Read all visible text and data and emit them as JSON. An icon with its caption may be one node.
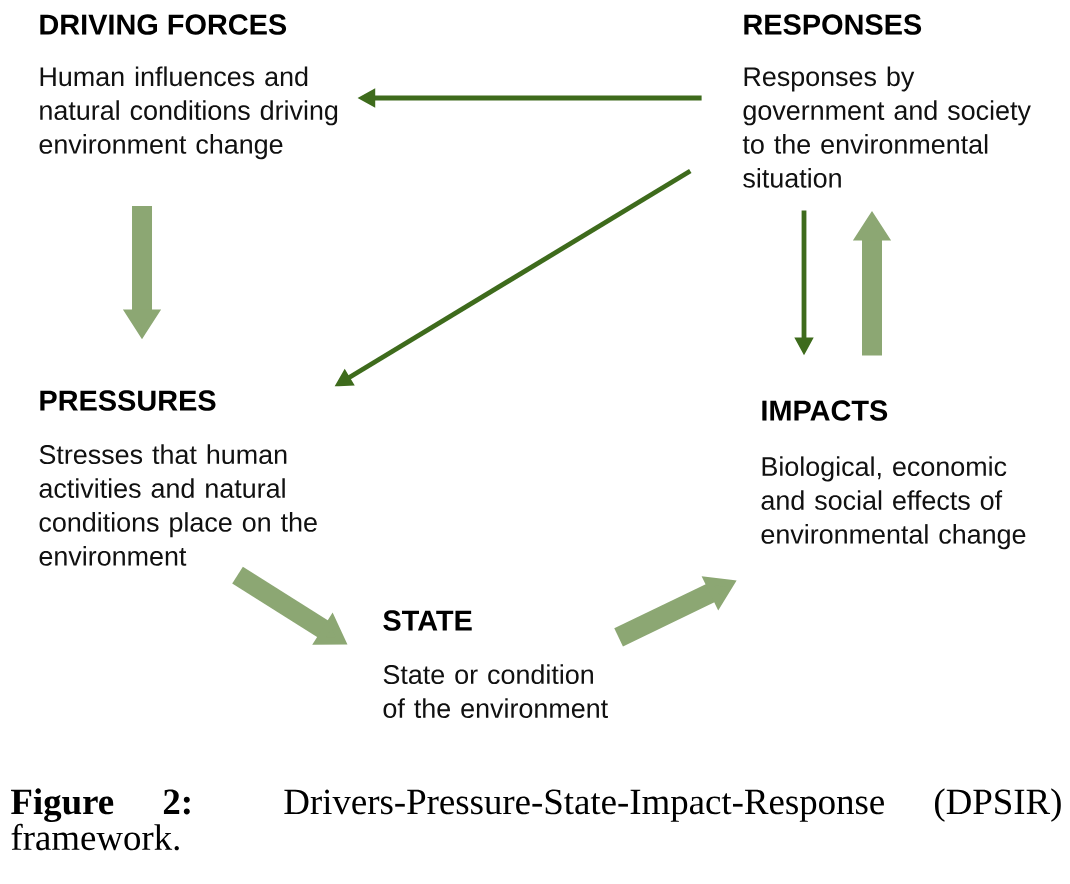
{
  "diagram": {
    "nodes": [
      {
        "text": [
          "DRIVING FORCES",
          "Human influences and natural conditions driving environment change"
        ]
      },
      {
        "text": [
          "RESPONSES",
          "Responses by government and society to the environmental situation"
        ]
      },
      {
        "text": [
          "PRESSURES",
          "Stresses that human activities and natural conditions place on the environment"
        ]
      },
      {
        "text": [
          "IMPACTS",
          "Biological, economic and social effects of environmental change"
        ]
      },
      {
        "text": [
          "STATE",
          "State or condition of the environment"
        ]
      }
    ],
    "edges": [
      {
        "from": 1,
        "to": 0,
        "arrow": "to",
        "color": "#3e6b1c"
      },
      {
        "from": 0,
        "to": 2,
        "arrow": "to"
      },
      {
        "from": 1,
        "to": 2,
        "arrow": "to",
        "color": "#3e6b1c"
      },
      {
        "from": 2,
        "to": 4,
        "arrow": "to"
      },
      {
        "from": 4,
        "to": 3,
        "arrow": "to"
      },
      {
        "from": 1,
        "to": 3,
        "arrow": "to",
        "color": "#3e6b1c"
      },
      {
        "from": 3,
        "to": 1,
        "arrow": "to"
      }
    ],
    "caption": "**Figure 2:** Drivers-Pressure-State-Impact-Response (DPSIR) framework."
  }
}
